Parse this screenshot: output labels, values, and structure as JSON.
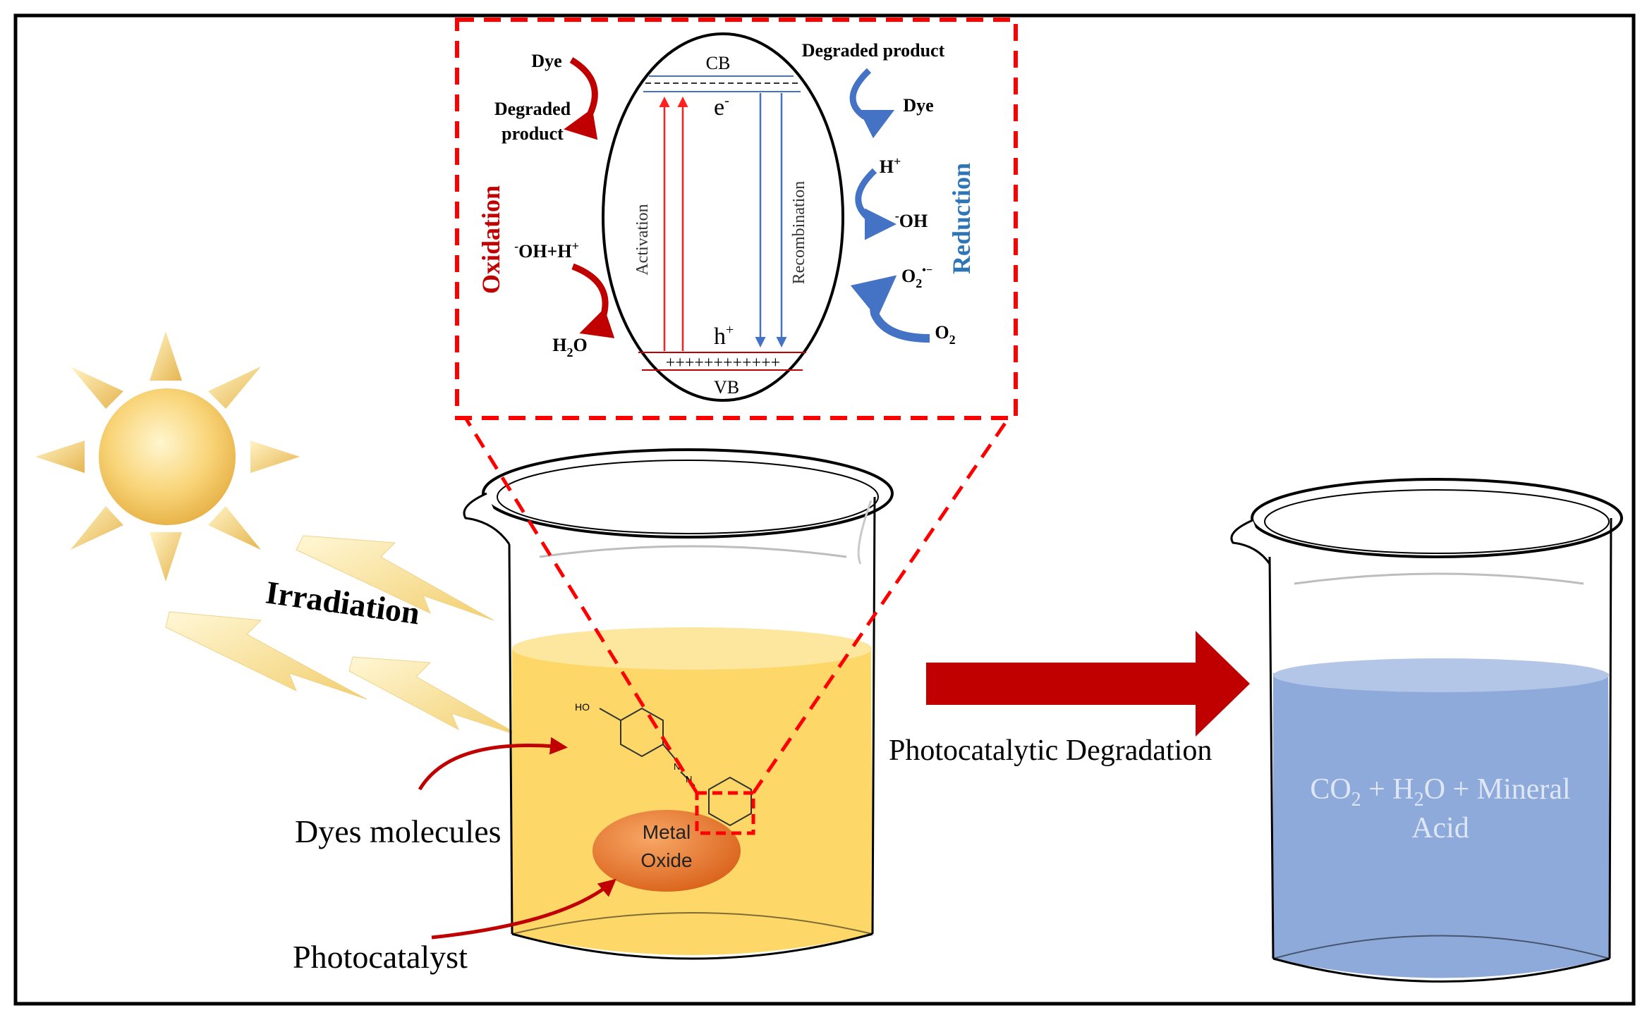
{
  "inset": {
    "cb": "CB",
    "vb": "VB",
    "electron": "e",
    "electron_sup": "-",
    "hole": "h",
    "hole_sup": "+",
    "plus_row": "++++++++++++",
    "activation": "Activation",
    "recombination": "Recombination",
    "oxidation": "Oxidation",
    "reduction": "Reduction",
    "ox": {
      "dye": "Dye",
      "degraded_1": "Degraded",
      "degraded_2": "product",
      "ohh_pre": "-",
      "ohh_main": "OH+H",
      "ohh_sup": "+",
      "h2o_h": "H",
      "h2o_sub": "2",
      "h2o_o": "O"
    },
    "red": {
      "degraded": "Degraded product",
      "dye": "Dye",
      "hplus": "H",
      "hplus_sup": "+",
      "oh_pre": "-",
      "oh": "OH",
      "o2r_main": "O",
      "o2r_sub": "2",
      "o2r_sup": "•−",
      "o2_main": "O",
      "o2_sub": "2"
    }
  },
  "labels": {
    "irradiation": "Irradiation",
    "dyes_molecules": "Dyes molecules",
    "photocatalyst": "Photocatalyst",
    "metal": "Metal",
    "oxide": "Oxide",
    "photocatalytic_degradation": "Photocatalytic Degradation",
    "product_co": "CO",
    "product_sub1": "2",
    "product_plus1": " + H",
    "product_sub2": "2",
    "product_rest": "O + Mineral",
    "product_line2": "Acid",
    "ho": "HO",
    "n": "N"
  },
  "colors": {
    "red": "#c00000",
    "blue": "#4472c4",
    "liquid_yellow": "#fdd868",
    "liquid_blue": "#8eaadb",
    "oxide": "#e8792d"
  }
}
